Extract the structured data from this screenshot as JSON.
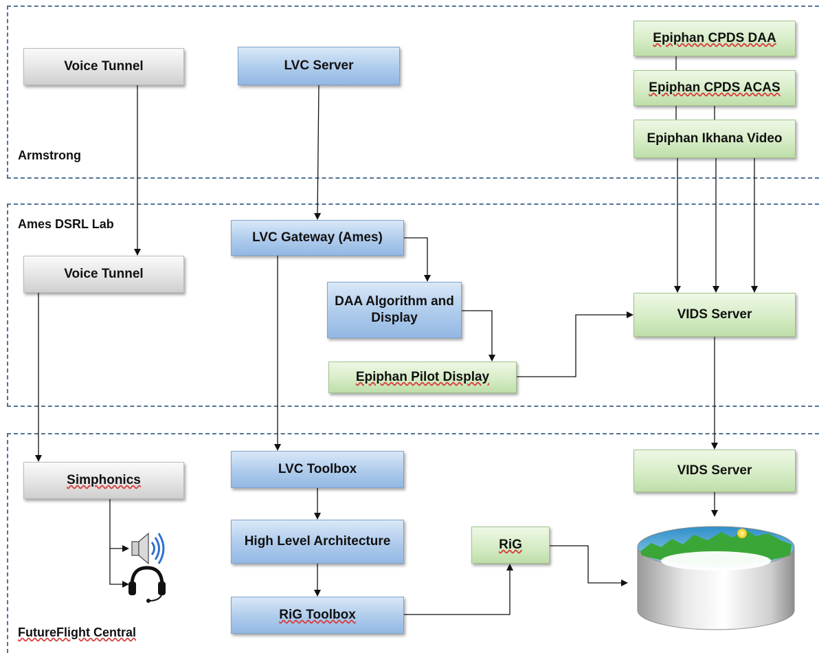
{
  "zones": {
    "armstrong": "Armstrong",
    "ames": "Ames DSRL Lab",
    "ffc": "FutureFlight Central"
  },
  "nodes": {
    "voice_tunnel_armstrong": "Voice Tunnel",
    "lvc_server": "LVC Server",
    "epiphan_cpds_daa": "Epiphan CPDS DAA",
    "epiphan_cpds_acas": "Epiphan CPDS ACAS",
    "epiphan_ikhana_video": "Epiphan Ikhana Video",
    "voice_tunnel_ames": "Voice Tunnel",
    "lvc_gateway": "LVC Gateway (Ames)",
    "daa_algorithm": "DAA Algorithm and Display",
    "epiphan_pilot_display": "Epiphan Pilot Display",
    "vids_server_ames": "VIDS Server",
    "simphonics": "Simphonics",
    "lvc_toolbox": "LVC Toolbox",
    "high_level_architecture": "High Level Architecture",
    "rig_toolbox": "RiG Toolbox",
    "rig": "RiG",
    "vids_server_ffc": "VIDS Server"
  },
  "icons": {
    "speaker": "speaker-icon",
    "headset": "headset-icon",
    "display": "panoramic-display-icon"
  },
  "colors": {
    "gray_node": "#e4e4e4",
    "blue_node": "#aecbec",
    "green_node": "#d6ecc6",
    "zone_border": "#4f7394",
    "sky": "#2f8fc8",
    "terrain": "#3aa637"
  }
}
